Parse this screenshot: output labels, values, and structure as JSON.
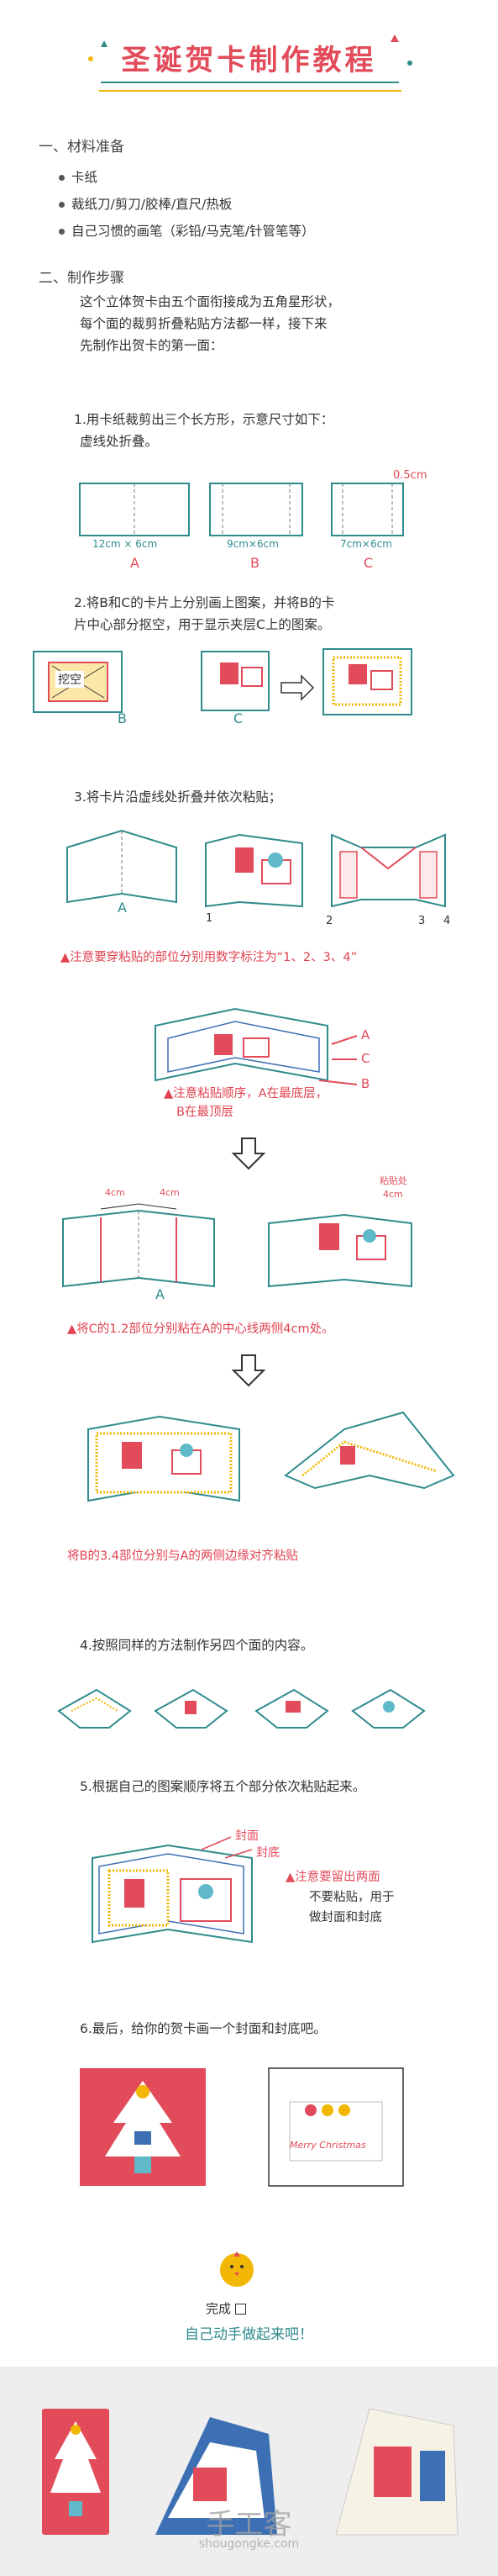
{
  "title": "圣诞贺卡制作教程",
  "section1": {
    "heading": "一、材料准备",
    "items": [
      "卡纸",
      "裁纸刀/剪刀/胶棒/直尺/热板",
      "自己习惯的画笔（彩铅/马克笔/针管笔等）"
    ]
  },
  "section2": {
    "heading": "二、制作步骤",
    "intro": [
      "这个立体贺卡由五个面衔接成为五角星形状，",
      "每个面的裁剪折叠粘贴方法都一样，接下来",
      "先制作出贺卡的第一面："
    ]
  },
  "step1": {
    "text": [
      "1.用卡纸裁剪出三个长方形，示意尺寸如下：",
      "虚线处折叠。"
    ],
    "sizes": [
      "12cm × 6cm",
      "9cm×6cm",
      "7cm×6cm"
    ],
    "extra": "0.5cm",
    "labels": [
      "A",
      "B",
      "C"
    ]
  },
  "step2": {
    "text": [
      "2.将B和C的卡片上分别画上图案，并将B的卡",
      "片中心部分抠空，用于显示夹层C上的图案。"
    ],
    "cut_label": "挖空",
    "labels": [
      "B",
      "C"
    ]
  },
  "step3": {
    "text": "3.将卡片沿虚线处折叠并依次粘贴；",
    "label_a": "A",
    "nums": [
      "1",
      "2",
      "3",
      "4"
    ],
    "note1": "▲注意要穿粘贴的部位分别用数字标注为“1、2、3、4”",
    "side_labels": [
      "A",
      "B",
      "C"
    ],
    "note2": [
      "▲注意粘贴顺序，A在最底层，",
      "B在最顶层"
    ],
    "dim1": "4cm",
    "dim2": "4cm",
    "dim3": "4cm",
    "dim_note": "粘贴处",
    "note3": "▲将C的1.2部位分别粘在A的中心线两侧4cm处。",
    "note4": "将B的3.4部位分别与A的两侧边缘对齐粘贴",
    "label_a2": "A"
  },
  "step4": {
    "text": "4.按照同样的方法制作另四个面的内容。"
  },
  "step5": {
    "text": "5.根据自己的图案顺序将五个部分依次粘贴起来。",
    "tags": [
      "封面",
      "封底"
    ],
    "note": [
      "▲注意要留出两面",
      "不要粘贴，用于",
      "做封面和封底"
    ]
  },
  "step6": {
    "text": "6.最后，给你的贺卡画一个封面和封底吧。",
    "card_text": "Merry Christmas"
  },
  "finish": {
    "done": "完成",
    "cta": "自己动手做起来吧！"
  },
  "watermark": {
    "main": "手工客",
    "url": "shougongke.com"
  },
  "colors": {
    "red": "#e24b5a",
    "teal": "#2f8b8c",
    "yellow": "#f2b705",
    "blue": "#3c6fb3"
  }
}
